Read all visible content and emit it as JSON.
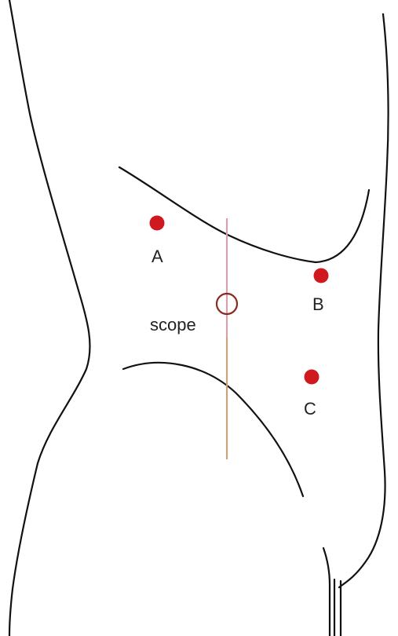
{
  "labels": {
    "port_a": "A",
    "port_b": "B",
    "port_c": "C",
    "scope": "scope"
  },
  "colors": {
    "outline": "#111111",
    "port_dot": "#d0191f",
    "scope_line_top": "#d7a0ad",
    "scope_line_bottom": "#c9a27a",
    "scope_ring": "#8a2a1e"
  }
}
